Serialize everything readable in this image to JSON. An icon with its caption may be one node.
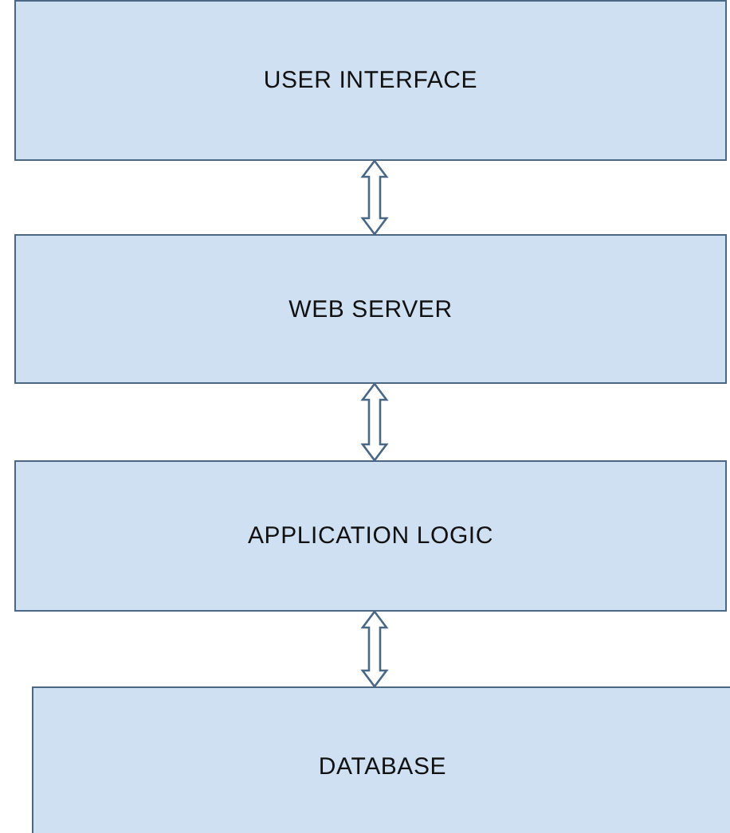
{
  "diagram": {
    "nodes": [
      {
        "text": [
          "USER INTERFACE"
        ]
      },
      {
        "text": [
          "WEB SERVER"
        ]
      },
      {
        "text": [
          "APPLICATION LOGIC"
        ]
      },
      {
        "text": [
          "DATABASE"
        ]
      }
    ],
    "edges": [
      {
        "from": 0,
        "to": 1,
        "arrow": "both"
      },
      {
        "from": 1,
        "to": 2,
        "arrow": "both"
      },
      {
        "from": 2,
        "to": 3,
        "arrow": "both"
      }
    ]
  }
}
